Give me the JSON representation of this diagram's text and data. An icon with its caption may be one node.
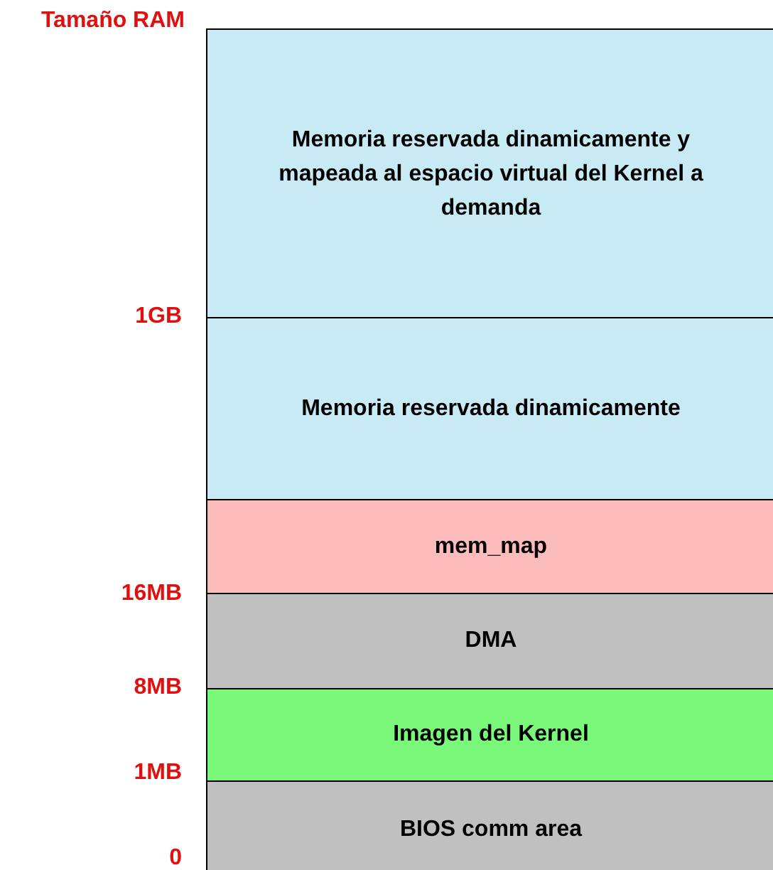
{
  "diagram": {
    "nodes": [
      {
        "text": [
          "Memoria reservada dinamicamente y mapeada al espacio virtual del Kernel a demanda"
        ]
      },
      {
        "text": [
          "Memoria reservada dinamicamente"
        ]
      },
      {
        "text": [
          "mem_map"
        ]
      },
      {
        "text": [
          "DMA"
        ]
      },
      {
        "text": [
          "Imagen del Kernel"
        ]
      },
      {
        "text": [
          "BIOS comm area"
        ]
      }
    ],
    "labels": [
      "Tamaño RAM",
      "1GB",
      "16MB",
      "8MB",
      "1MB",
      "0"
    ]
  }
}
